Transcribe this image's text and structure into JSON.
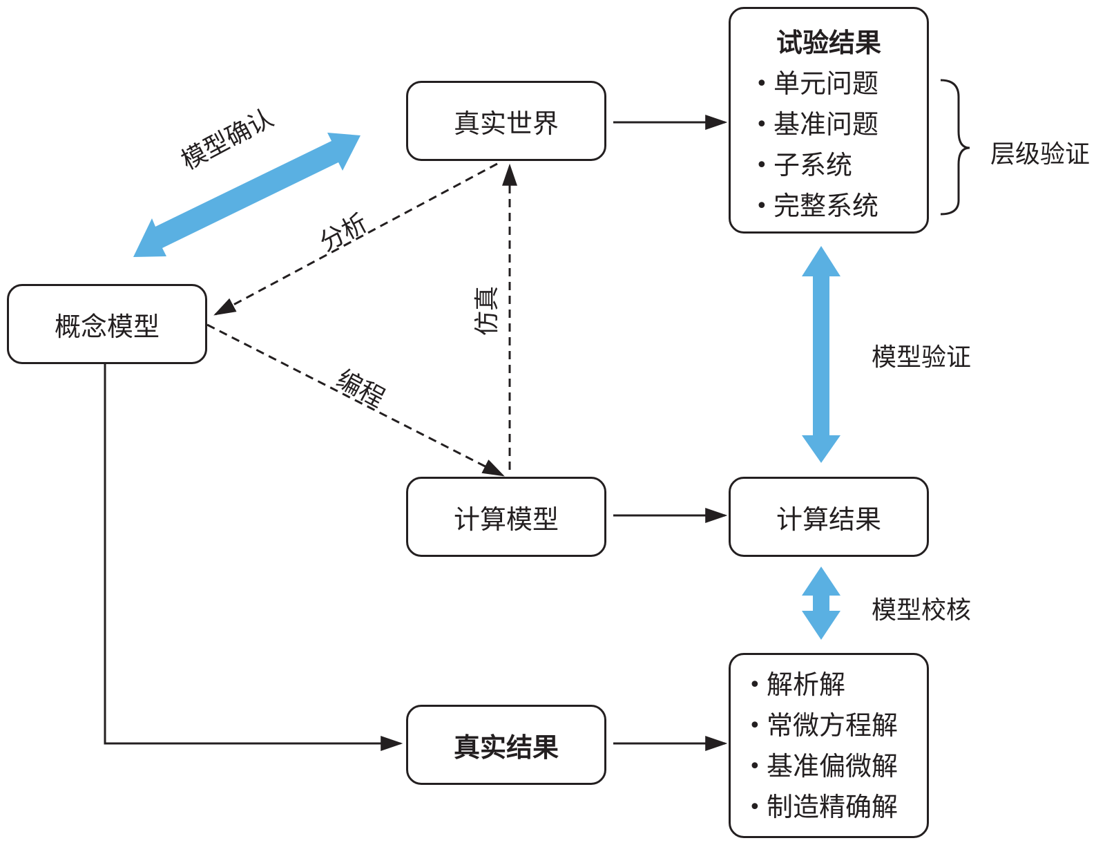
{
  "nodes": {
    "real_world": "真实世界",
    "conceptual_model": "概念模型",
    "computational_model": "计算模型",
    "real_results": "真实结果",
    "computation_results": "计算结果",
    "test_results": {
      "title": "试验结果",
      "items": [
        "单元问题",
        "基准问题",
        "子系统",
        "完整系统"
      ]
    },
    "solutions": {
      "items": [
        "解析解",
        "常微方程解",
        "基准偏微解",
        "制造精确解"
      ]
    }
  },
  "edge_labels": {
    "model_validation_confirm": "模型确认",
    "analysis": "分析",
    "simulation": "仿真",
    "programming": "编程",
    "hierarchical_validation": "层级验证",
    "model_verification_test": "模型验证",
    "model_verification_code": "模型校核"
  },
  "bullet": "•",
  "colors": {
    "accent_arrow": "#5ab0e2",
    "line": "#231f20"
  }
}
